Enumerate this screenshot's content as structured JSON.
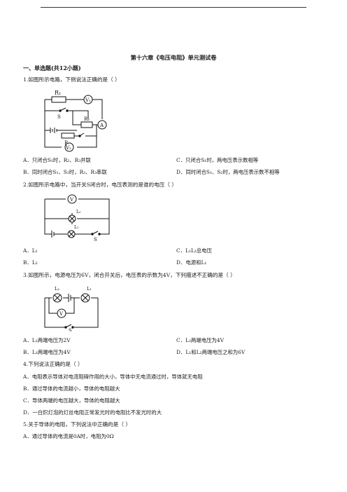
{
  "header": {
    "title": "第十六章《电压电阻》单元测试卷"
  },
  "section": {
    "heading": "一、单选题(共12小题)"
  },
  "q1": {
    "stem": "1.如图所示电路，下例说法正确的是（ ）",
    "labels": {
      "r1": "R₁",
      "r2": "R₂",
      "r3": "R₃",
      "v1": "V₁",
      "v2": "V₂",
      "a": "A",
      "s": "S"
    },
    "options": {
      "a": "A．只闭合S₁时，R₂、R₃并联",
      "b": "B．同时闭合S₁、S₂时，R₂、R₃串联",
      "c": "C．只闭合S₁时，两电压表示数相等",
      "d": "D．同时闭合S₁、S₂时，两电压表示数不相等"
    }
  },
  "q2": {
    "stem": "2.如图所示电路中，当开关S闭合时，电压表测的是谁的电压（ ）",
    "labels": {
      "v": "V",
      "l2": "L₂",
      "l1": "L₁",
      "s": "S"
    },
    "options": {
      "a": "A．L₁",
      "b": "B．L₂",
      "c": "C．L₁L₂总电压",
      "d": "D．电源和L₁"
    }
  },
  "q3": {
    "stem": "3.如图所示，电源电压为6V，闭合开关后，电压表的示数为4V，下列描述不正确的是（ ）",
    "labels": {
      "l2": "L₂",
      "l1": "L₁",
      "v": "V",
      "s": "S"
    },
    "options": {
      "a": "A．L₁两端电压为2V",
      "b": "B．L₁两端电压为4V",
      "c": "C．L₂两端电压为4V",
      "d": "D．L₁和L₂两端电压之和为6V"
    }
  },
  "q4": {
    "stem": "4.下列说法正确的是（ ）",
    "options": {
      "a": "A．电阻表示导体对电流阻碍作用的大小，导体中无电流通过时，导体就无电阻",
      "b": "B．通过导体的电流越小，导体的电阻越大",
      "c": "C．导体两端的电压越大，导体的电阻越大",
      "d": "D．一白炽灯泡的灯丝电阻正常发光时的电阻比不发光时的大"
    }
  },
  "q5": {
    "stem": "5.关于导体的电阻，下列说法中正确的是（ ）",
    "options": {
      "a": "A．通过导体的电流是0A时，电阻为0Ω"
    }
  }
}
